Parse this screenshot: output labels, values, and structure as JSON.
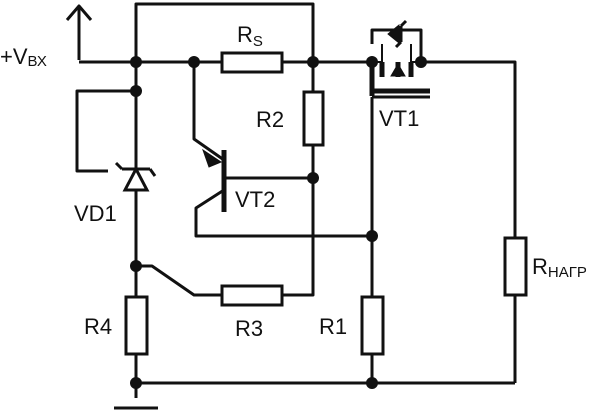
{
  "labels": {
    "vin_main": "+V",
    "vin_sub": "ВХ",
    "rs_main": "R",
    "rs_sub": "S",
    "r2": "R2",
    "vt1": "VT1",
    "vt2": "VT2",
    "vd1": "VD1",
    "r4": "R4",
    "r3": "R3",
    "r1": "R1",
    "rload_main": "R",
    "rload_sub": "НАГР"
  },
  "colors": {
    "ink": "#111111",
    "background": "#ffffff"
  }
}
